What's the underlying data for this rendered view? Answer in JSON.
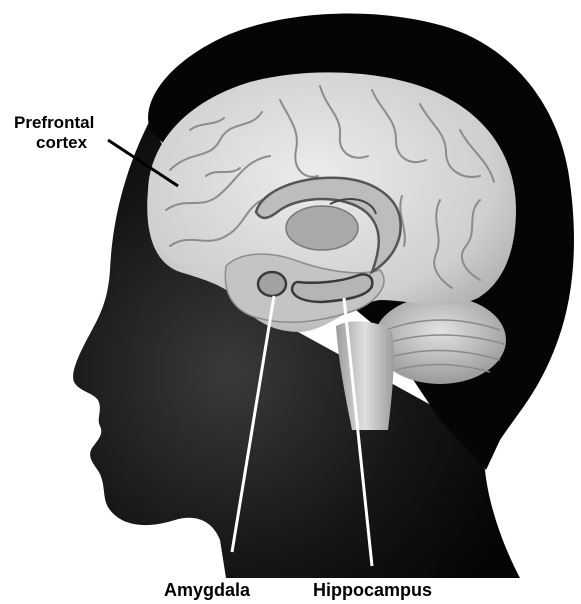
{
  "labels": {
    "prefrontal_line1": "Prefrontal",
    "prefrontal_line2": "cortex",
    "amygdala": "Amygdala",
    "hippocampus": "Hippocampus"
  },
  "colors": {
    "background": "#ffffff",
    "silhouette": "#0d0d0d",
    "hair": "#050505",
    "brain": "#d6d6d6",
    "brain_shadow": "#8c8c8c",
    "leader_line": "#ffffff",
    "text": "#000000"
  }
}
